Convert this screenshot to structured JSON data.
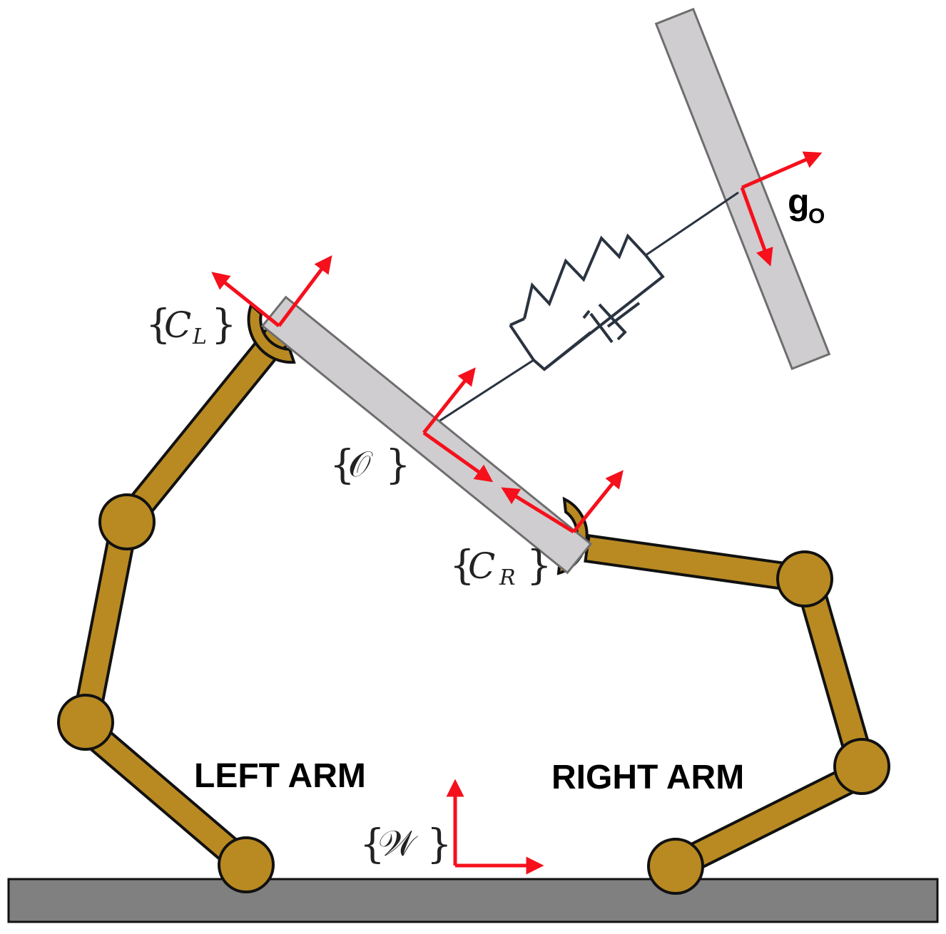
{
  "labels": {
    "left_arm": "LEFT ARM",
    "right_arm": "RIGHT ARM",
    "goal_frame": "g",
    "goal_frame_subscript": "O",
    "frame_left_contact": "C",
    "frame_left_contact_subscript": "L",
    "frame_right_contact": "C",
    "frame_right_contact_subscript": "R",
    "frame_object": "𝒪",
    "frame_world": "𝒲",
    "brace_open": "{",
    "brace_close": "}"
  },
  "colors": {
    "arm_link": "#b98a22",
    "object_plate": "#cfcdcf",
    "frame_axes": "#f5101c",
    "ground": "#808080",
    "spring_damper": "#2a3340"
  }
}
